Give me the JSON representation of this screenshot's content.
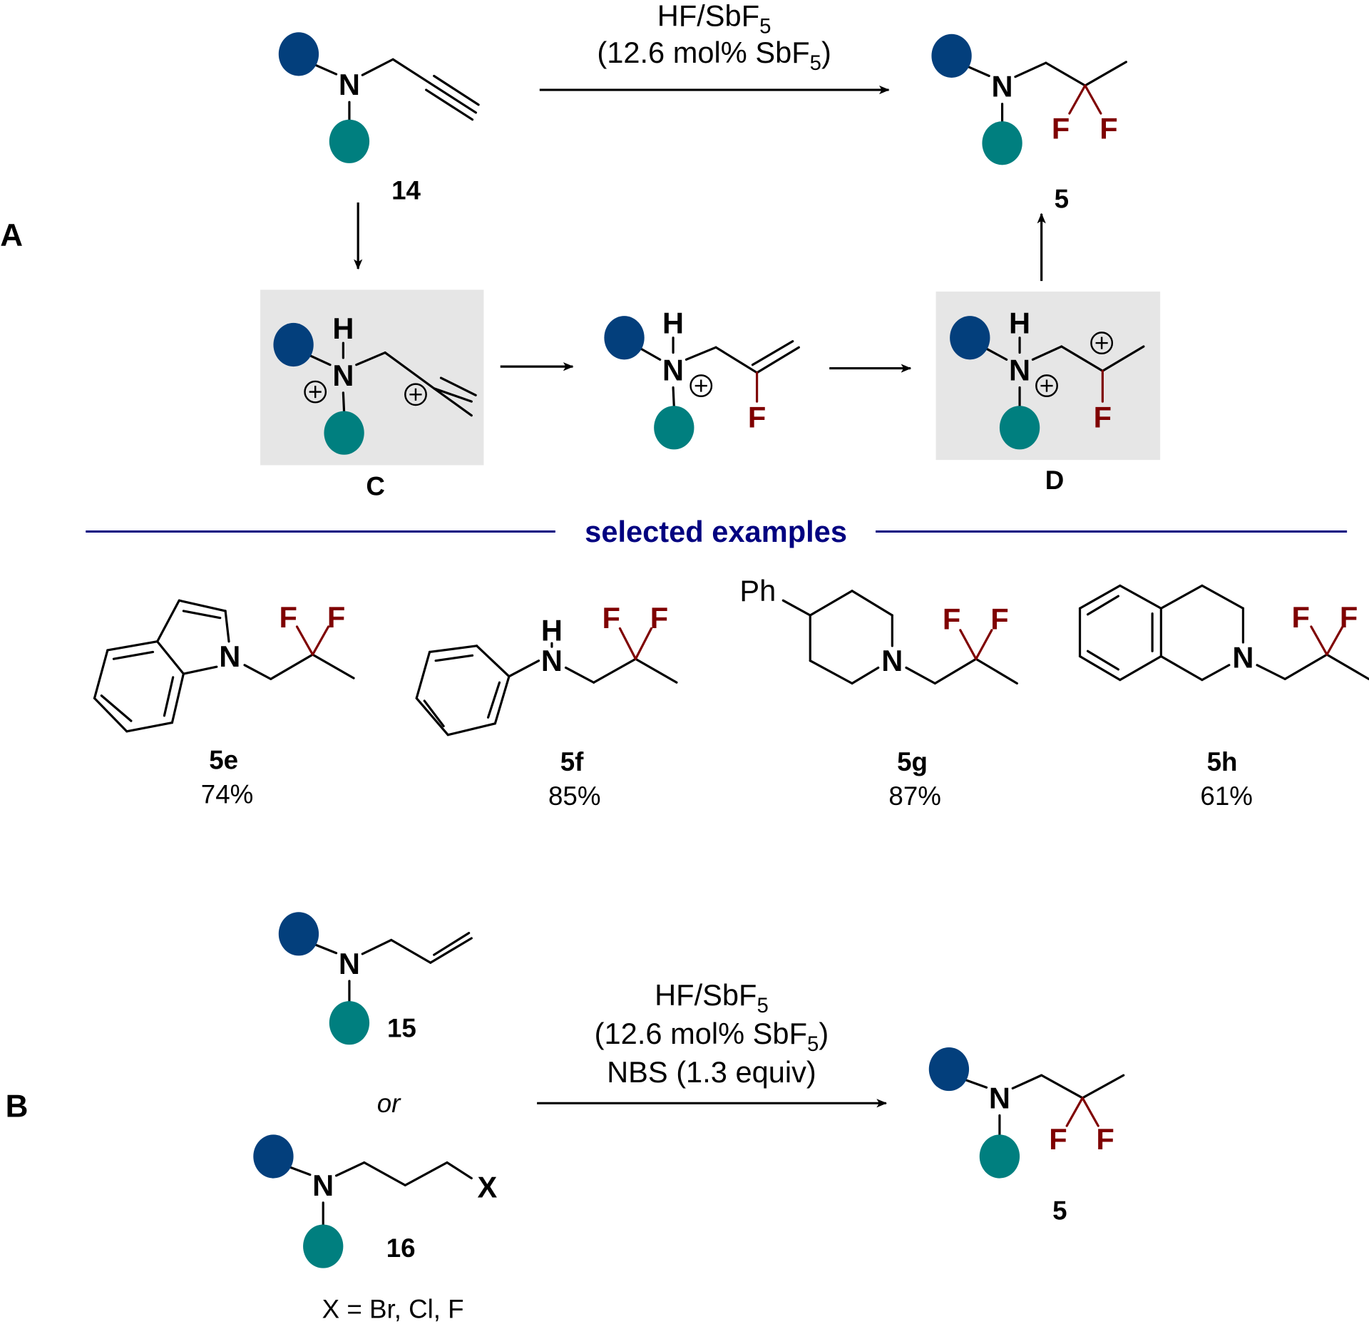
{
  "colors": {
    "group1": "#033f7c",
    "group2": "#007f7f",
    "fluorine": "#7f0000",
    "box": "#e6e6e6",
    "header": "#000080"
  },
  "panel_a": {
    "label": "A",
    "conditions": {
      "line1": "HF/SbF",
      "line1_sub": "5",
      "line2": "(12.6 mol% SbF",
      "line2_sub": "5",
      "line2_end": ")"
    },
    "start_label": "14",
    "product_label": "5",
    "intermediate_c": "C",
    "intermediate_d": "D",
    "atoms": {
      "N": "N",
      "H": "H",
      "F": "F",
      "plus": "+"
    }
  },
  "separator": "selected examples",
  "examples": [
    {
      "label": "5e",
      "yield": "74%"
    },
    {
      "label": "5f",
      "yield": "85%"
    },
    {
      "label": "5g",
      "yield": "87%",
      "substituent": "Ph"
    },
    {
      "label": "5h",
      "yield": "61%"
    }
  ],
  "panel_b": {
    "label": "B",
    "start1_label": "15",
    "or": "or",
    "start2_label": "16",
    "x_atom": "X",
    "x_definition": "X = Br, Cl, F",
    "conditions": {
      "line1": "HF/SbF",
      "line1_sub": "5",
      "line2": "(12.6 mol% SbF",
      "line2_sub": "5",
      "line2_end": ")",
      "line3": "NBS (1.3 equiv)"
    },
    "product_label": "5"
  }
}
